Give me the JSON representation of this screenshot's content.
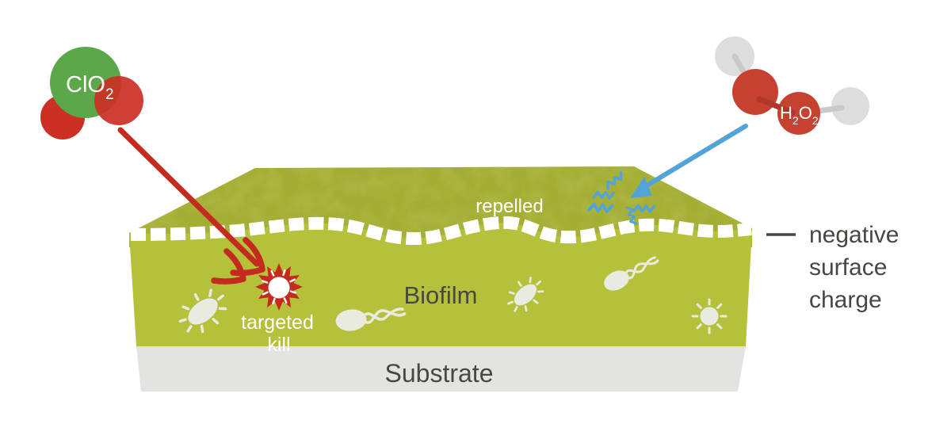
{
  "molecules": {
    "clo2": {
      "formula_main": "ClO",
      "formula_sub": "2"
    },
    "h2o2": {
      "h": "H",
      "sub_h": "2",
      "o": "O",
      "sub_o": "2"
    }
  },
  "biofilm": {
    "label": "Biofilm",
    "repelled": "repelled",
    "targeted_kill": [
      "targeted",
      "kill"
    ]
  },
  "substrate": {
    "label": "Substrate"
  },
  "surface_charge": {
    "lines": [
      "negative",
      "surface",
      "charge"
    ]
  },
  "colors": {
    "biofilm_front": "#b5c13a",
    "biofilm_top": "#a4ae34",
    "substrate_gray": "#e3e3e2",
    "clo2_green": "#5ba749",
    "clo2_red": "#cc2f24",
    "h2o2_red": "#c54130",
    "sphere_gray": "#dddddd",
    "bond_gray": "#c9c9c8",
    "bond_red": "#b0372b",
    "arrow_red": "#c42a1e",
    "arrow_blue": "#52a3d8",
    "text_dark": "#474744",
    "bacteria_white": "#e9ebe1",
    "dash_white": "#ffffff"
  }
}
